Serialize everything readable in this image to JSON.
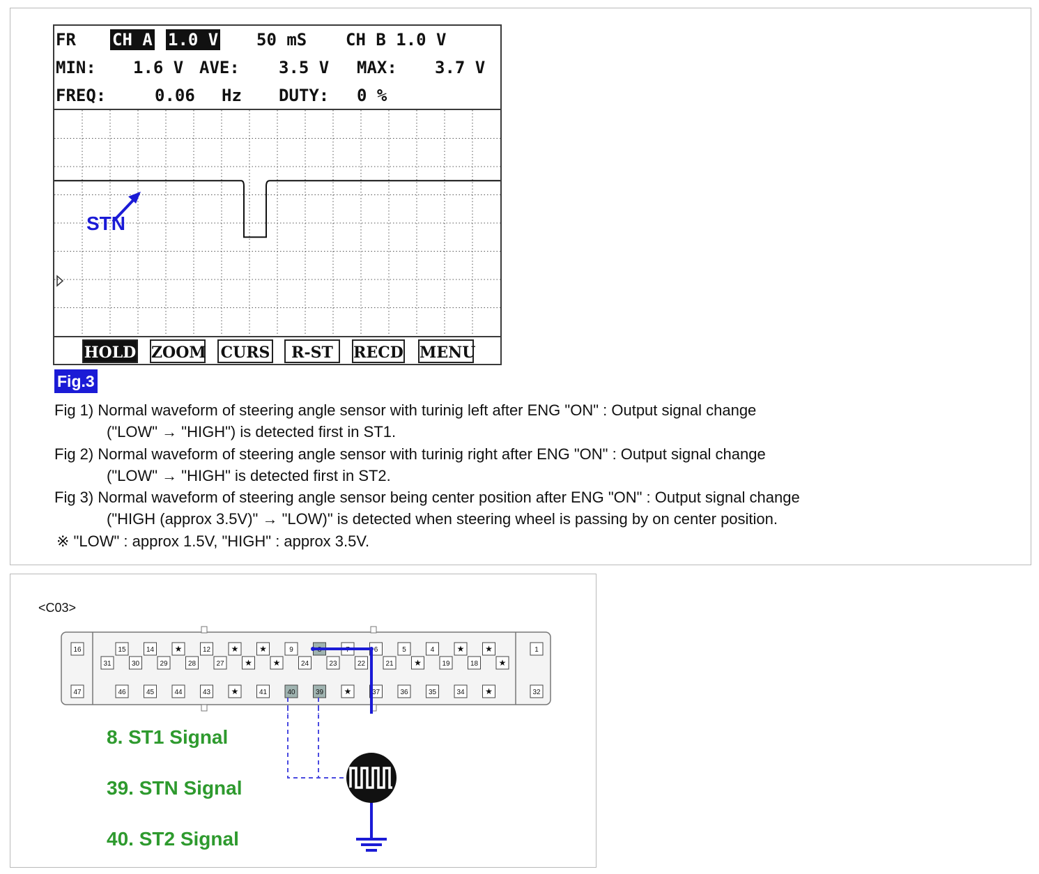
{
  "scope": {
    "header": {
      "fr": "FR",
      "ch_a": "CH A",
      "ch_a_scale": "1.0 V",
      "time": "50 mS",
      "ch_b": "CH B 1.0 V",
      "min_label": "MIN:",
      "min_value": "1.6 V",
      "ave_label": "AVE:",
      "ave_value": "3.5 V",
      "max_label": "MAX:",
      "max_value": "3.7 V",
      "freq_label": "FREQ:",
      "freq_value": "0.06",
      "freq_unit": "Hz",
      "duty_label": "DUTY:",
      "duty_value": "0 %"
    },
    "trace_label": "STN",
    "trace": {
      "high_v": 3.5,
      "low_v": 1.5,
      "dip_start_div": 6.7,
      "dip_end_div": 7.6
    },
    "buttons": [
      "HOLD",
      "ZOOM",
      "CURS",
      "R-ST",
      "RECD",
      "MENU"
    ],
    "colors": {
      "trace_label": "#1b1bd6"
    }
  },
  "figure_label": "Fig.3",
  "notes": [
    "Fig 1) Normal waveform of steering angle sensor with turinig left after ENG \"ON\" : Output signal change",
    "(\"LOW\" → \"HIGH\") is detected first in ST1.",
    "Fig 2) Normal waveform of steering angle sensor with turinig right after ENG \"ON\" : Output signal change",
    "(\"LOW\" → \"HIGH\" is detected first in ST2.",
    "Fig 3) Normal waveform of steering angle sensor being center position after ENG \"ON\" : Output signal change",
    "(\"HIGH (approx 3.5V)\" → \"LOW)\" is detected when steering wheel is passing  by on center position.",
    "※ \"LOW\" : approx 1.5V,  \"HIGH\" : approx 3.5V."
  ],
  "connector": {
    "label": "<C03>",
    "left_end": [
      "16",
      "47"
    ],
    "right_end": [
      "1",
      "32"
    ],
    "row1": [
      "15",
      "14",
      "★",
      "12",
      "★",
      "★",
      "9",
      "8",
      "7",
      "6",
      "5",
      "4",
      "★",
      "★"
    ],
    "row2": [
      "31",
      "30",
      "29",
      "28",
      "27",
      "★",
      "★",
      "24",
      "23",
      "22",
      "21",
      "★",
      "19",
      "18",
      "★"
    ],
    "row3": [
      "46",
      "45",
      "44",
      "43",
      "★",
      "41",
      "40",
      "39",
      "★",
      "37",
      "36",
      "35",
      "34",
      "★"
    ]
  },
  "signals": [
    "8. ST1 Signal",
    "39. STN Signal",
    "40. ST2 Signal"
  ],
  "colors": {
    "signal_text": "#2e9a2e",
    "wire_solid": "#1b1bd6",
    "wire_dashed": "#4a4ae0",
    "fig_label_bg": "#1b1bd6"
  }
}
